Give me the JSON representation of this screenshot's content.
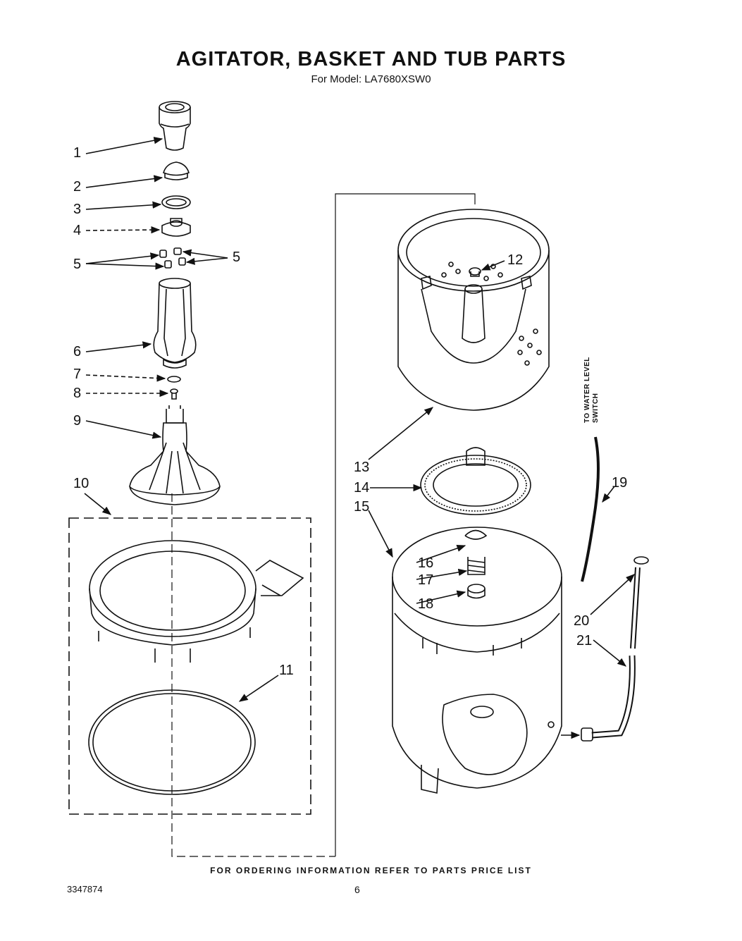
{
  "title": "AGITATOR, BASKET AND TUB PARTS",
  "subtitle": "For Model: LA7680XSW0",
  "footer": "FOR ORDERING INFORMATION REFER TO PARTS PRICE LIST",
  "doc_number": "3347874",
  "page_number": "6",
  "side_note": {
    "line1": "TO WATER LEVEL",
    "line2": "SWITCH"
  },
  "callouts": [
    {
      "id": "c1",
      "label": "1"
    },
    {
      "id": "c2",
      "label": "2"
    },
    {
      "id": "c3",
      "label": "3"
    },
    {
      "id": "c4",
      "label": "4"
    },
    {
      "id": "c5a",
      "label": "5"
    },
    {
      "id": "c5b",
      "label": "5"
    },
    {
      "id": "c6",
      "label": "6"
    },
    {
      "id": "c7",
      "label": "7"
    },
    {
      "id": "c8",
      "label": "8"
    },
    {
      "id": "c9",
      "label": "9"
    },
    {
      "id": "c10",
      "label": "10"
    },
    {
      "id": "c11",
      "label": "11"
    },
    {
      "id": "c12",
      "label": "12"
    },
    {
      "id": "c13",
      "label": "13"
    },
    {
      "id": "c14",
      "label": "14"
    },
    {
      "id": "c15",
      "label": "15"
    },
    {
      "id": "c16",
      "label": "16"
    },
    {
      "id": "c17",
      "label": "17"
    },
    {
      "id": "c18",
      "label": "18"
    },
    {
      "id": "c19",
      "label": "19"
    },
    {
      "id": "c20",
      "label": "20"
    },
    {
      "id": "c21",
      "label": "21"
    }
  ]
}
